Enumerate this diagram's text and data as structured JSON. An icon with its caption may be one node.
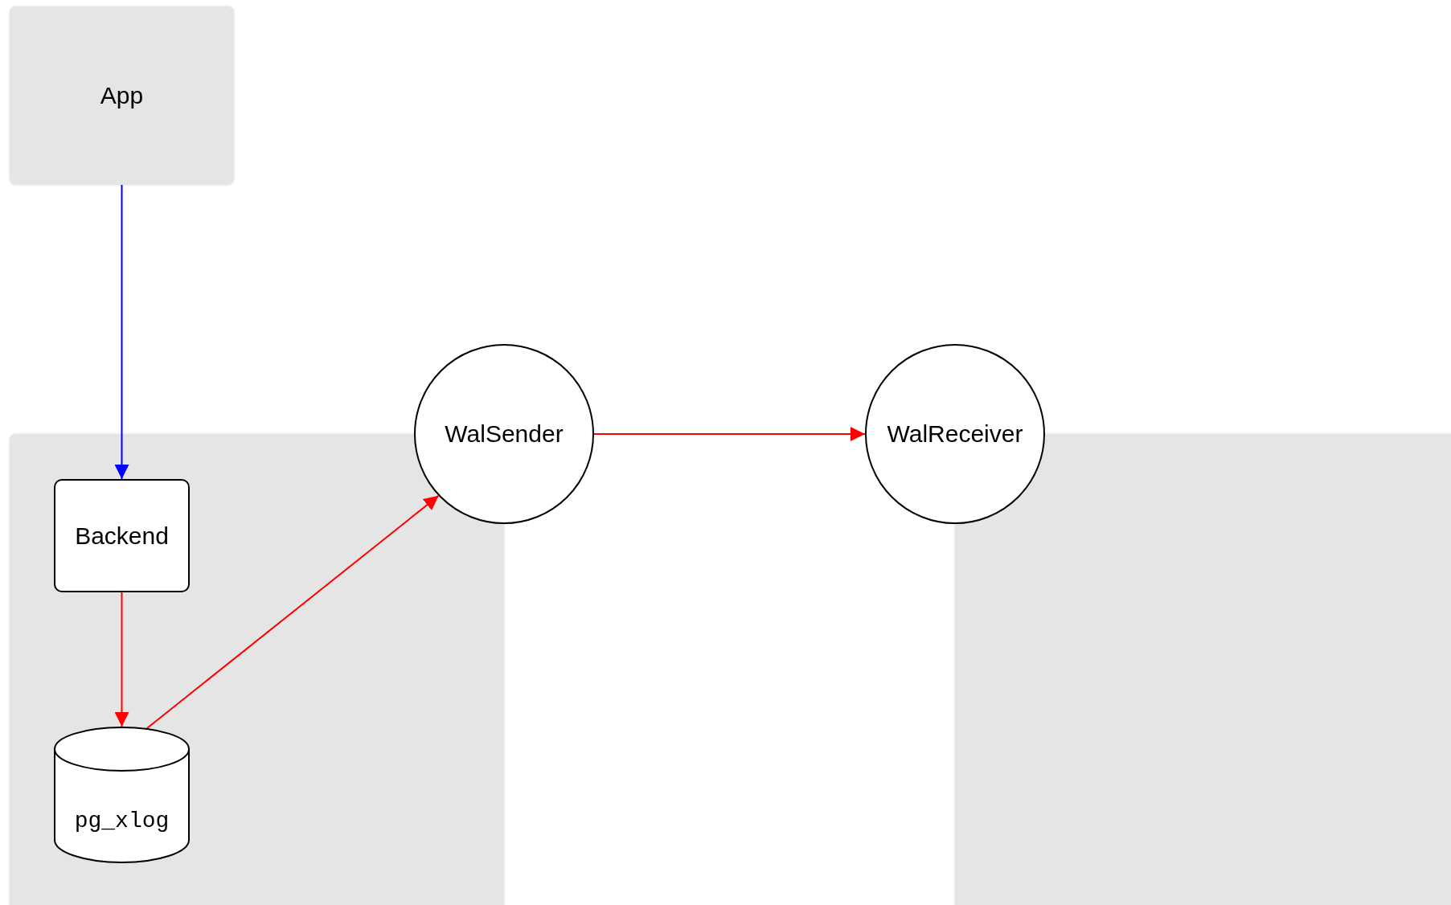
{
  "diagram": {
    "nodes": [
      {
        "text": [
          "App"
        ]
      },
      {
        "text": [],
        "shape": "box"
      },
      {
        "text": [
          "Backend"
        ],
        "in": 1
      },
      {
        "text": [
          "pg_xlog"
        ],
        "in": 1
      },
      {
        "text": [
          "WalSender"
        ]
      },
      {
        "text": [
          "WalReceiver"
        ]
      },
      {
        "text": [],
        "shape": "box"
      }
    ],
    "edges": [
      {
        "from": 0,
        "to": 2,
        "arrow": "to",
        "color": "#0000ff"
      },
      {
        "from": 2,
        "to": 3,
        "arrow": "to"
      },
      {
        "from": 3,
        "to": 4,
        "arrow": "to"
      },
      {
        "from": 4,
        "to": 5,
        "arrow": "to"
      }
    ]
  }
}
